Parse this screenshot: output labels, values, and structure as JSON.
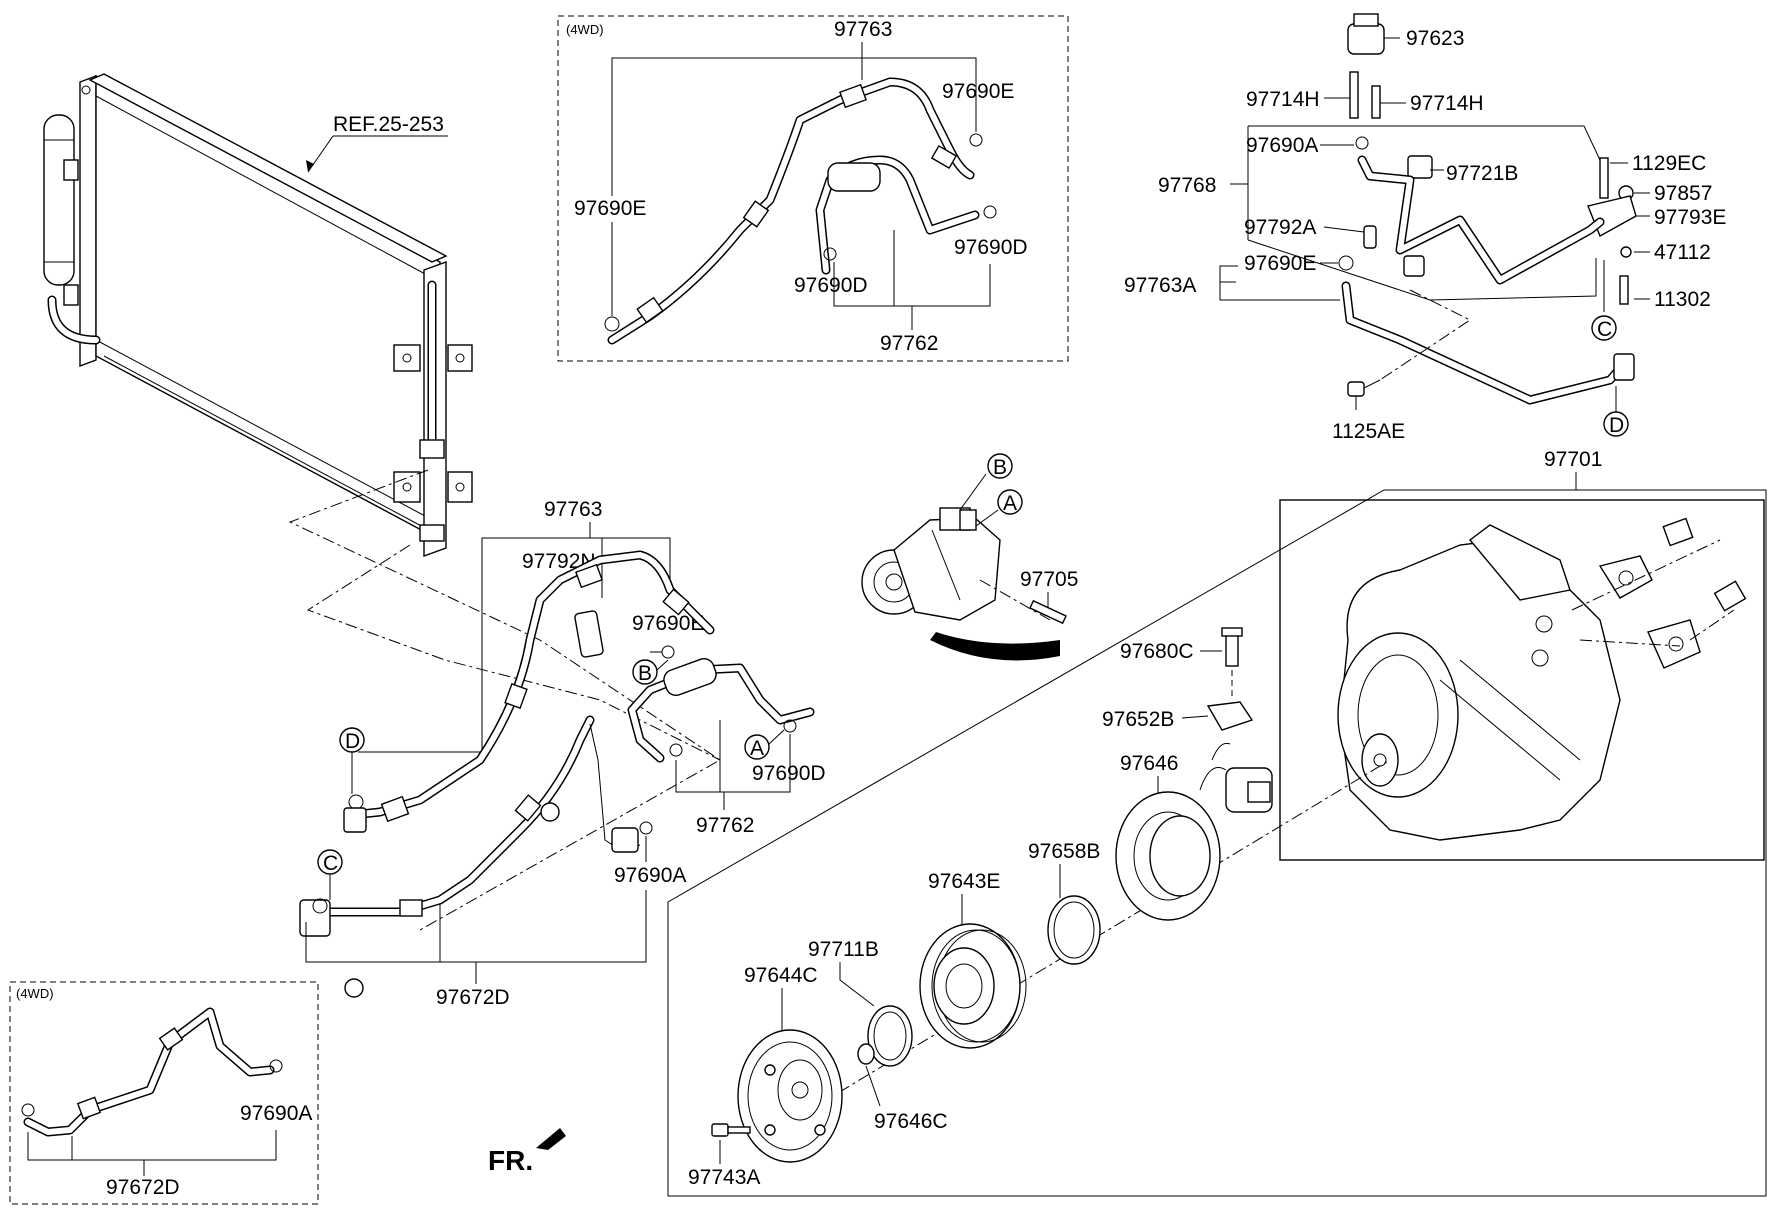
{
  "diagram": {
    "ref_label": "REF.25-253",
    "fr_label": "FR.",
    "box_4wd_label": "(4WD)",
    "callouts": {
      "a": "A",
      "b": "B",
      "c": "C",
      "d": "D"
    },
    "labels": {
      "p97763_top": "97763",
      "p97690E_tr": "97690E",
      "p97690E_tl": "97690E",
      "p97690D_t1": "97690D",
      "p97690D_t2": "97690D",
      "p97762_top": "97762",
      "p97623": "97623",
      "p97714H_l": "97714H",
      "p97714H_r": "97714H",
      "p97690A_r": "97690A",
      "p97721B": "97721B",
      "p1129EC": "1129EC",
      "p97768": "97768",
      "p97857": "97857",
      "p97793E": "97793E",
      "p97792A": "97792A",
      "p47112": "47112",
      "p97690E_r": "97690E",
      "p97763A": "97763A",
      "p11302": "11302",
      "p1125AE": "1125AE",
      "p97701": "97701",
      "p97705": "97705",
      "p97763_mid": "97763",
      "p97792N": "97792N",
      "p97690E_mid": "97690E",
      "p97690D_mid": "97690D",
      "p97762_mid": "97762",
      "p97690A_mid": "97690A",
      "p97672D_mid": "97672D",
      "p97690A_bl": "97690A",
      "p97672D_bl": "97672D",
      "p97680C": "97680C",
      "p97652B": "97652B",
      "p97646": "97646",
      "p97658B": "97658B",
      "p97643E": "97643E",
      "p97711B": "97711B",
      "p97644C": "97644C",
      "p97646C": "97646C",
      "p97743A": "97743A"
    }
  }
}
